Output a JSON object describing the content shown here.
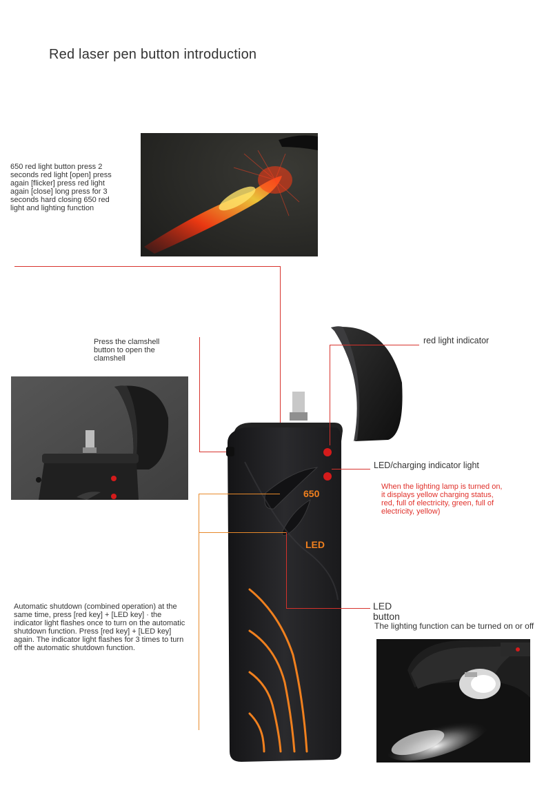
{
  "title": "Red laser pen button introduction",
  "red_button_note": "650 red light button press 2 seconds red light [open] press again [flicker] press red light again [close] long press for 3 seconds hard closing 650 red light and lighting function",
  "clamshell_note": "Press the clamshell button to open the clamshell",
  "red_indicator_label": "red light indicator",
  "led_charging_label": "LED/charging indicator light",
  "lighting_note": "When the lighting lamp is turned on, it displays yellow charging status, red, full of electricity, green, full of electricity, yellow)",
  "device_labels": {
    "button_650": "650",
    "button_led": "LED"
  },
  "auto_shutdown_note": "Automatic shutdown (combined operation) at the same time, press [red key] + [LED key] · the indicator light flashes once to turn on the automatic shutdown function. Press [red key] + [LED key] again. The indicator light flashes for 3 times to turn off the automatic shutdown function.",
  "led_button_label": "LED button",
  "led_button_desc": "The lighting function can be turned on or off",
  "colors": {
    "red_line": "#d7322c",
    "orange_line": "#e8892a",
    "device_orange": "#f0801e",
    "indicator_red": "#d41b1b",
    "device_body": "#1c1c1e"
  }
}
